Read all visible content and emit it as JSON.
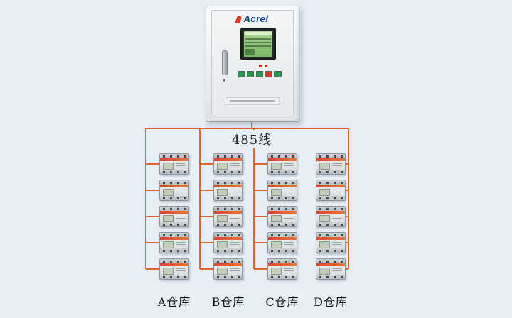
{
  "colors": {
    "background": "#e6eef6",
    "wire": "#e0672a",
    "brand_blue": "#16418f",
    "device_stripe": "#d8462a"
  },
  "bus_label": "485线",
  "panel": {
    "brand": "Acrel"
  },
  "network": {
    "columns": [
      {
        "id": "A",
        "warehouse_label": "A仓库",
        "device_count": 5
      },
      {
        "id": "B",
        "warehouse_label": "B仓库",
        "device_count": 5
      },
      {
        "id": "C",
        "warehouse_label": "C仓库",
        "device_count": 5
      },
      {
        "id": "D",
        "warehouse_label": "D仓库",
        "device_count": 5
      }
    ]
  }
}
